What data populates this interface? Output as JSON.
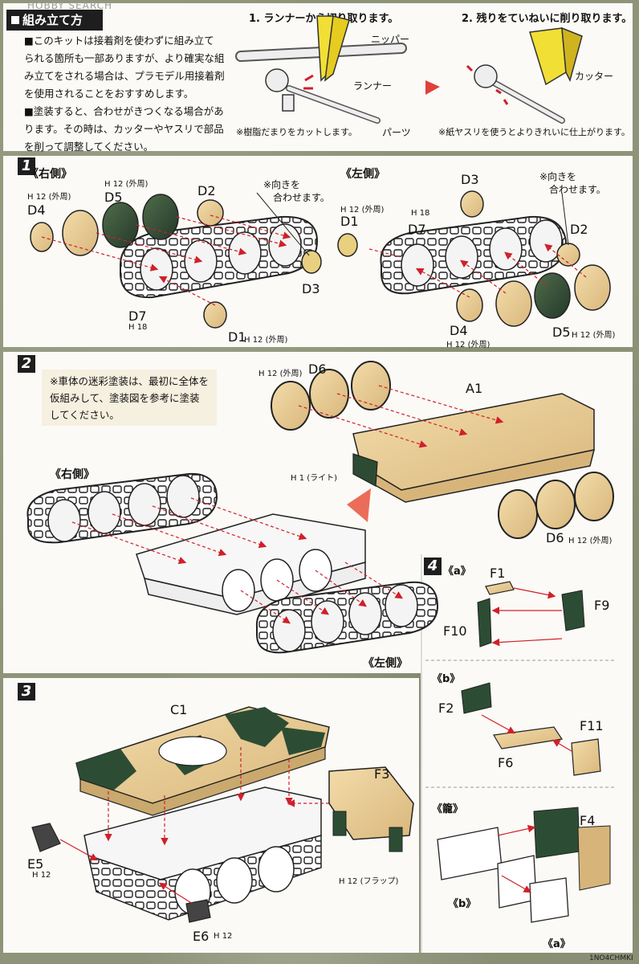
{
  "header": {
    "title": "組み立て方"
  },
  "intro": {
    "line1": "■このキットは接着剤を使わずに組み立て",
    "line2": "られる箇所も一部ありますが、より確実な組",
    "line3": "み立てをされる場合は、プラモデル用接着剤",
    "line4": "を使用されることをおすすめします。",
    "line5": "■塗装すると、合わせがきつくなる場合があ",
    "line6": "ります。その時は、カッターやヤスリで部品",
    "line7": "を削って調整してください。"
  },
  "cut": {
    "step1": "1. ランナーから切り取ります。",
    "nipper": "ニッパー",
    "runner": "ランナー",
    "part": "パーツ",
    "resin_note": "※樹脂だまりをカットします。",
    "step2": "2. 残りをていねいに削り取ります。",
    "cutter": "カッター",
    "file_note": "※紙ヤスリを使うとよりきれいに仕上がります。"
  },
  "step1": {
    "num": "1",
    "right_side": "《右側》",
    "left_side": "《左側》",
    "orient_note_a": "※向きを",
    "orient_note_b": "合わせます。",
    "labels": {
      "h12_outer": "H 12 (外周)",
      "h18": "H 18",
      "d1": "D1",
      "d2": "D2",
      "d3": "D3",
      "d4": "D4",
      "d5": "D5",
      "d7": "D7",
      "h12": "H 12",
      "outer": "(外周)"
    }
  },
  "step2": {
    "num": "2",
    "note_line1": "※車体の迷彩塗装は、最初に全体を",
    "note_line2": "仮組みして、塗装図を参考に塗装",
    "note_line3": "してください。",
    "right_side": "《右側》",
    "left_side": "《左側》",
    "a1": "A1",
    "d6": "D6",
    "h12_outer": "H 12 (外周)",
    "h1_light": "H 1 (ライト)"
  },
  "step3": {
    "num": "3",
    "c1": "C1",
    "f3": "F3",
    "e5": "E5",
    "e6": "E6",
    "h12": "H 12",
    "h12_flap": "H 12 (フラップ)"
  },
  "step4": {
    "num": "4",
    "a": "《a》",
    "b": "《b》",
    "cage": "《籠》",
    "b_small": "《b》",
    "a_small": "《a》",
    "f1": "F1",
    "f2": "F2",
    "f4": "F4",
    "f6": "F6",
    "f9": "F9",
    "f10": "F10",
    "f11": "F11"
  },
  "watermark": "HOBBY SEARCH",
  "code": "1NO4CHMKI"
}
